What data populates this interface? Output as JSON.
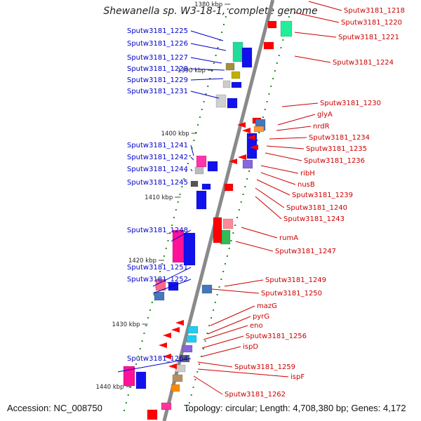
{
  "title": "Shewanella sp. W3-18-1, complete genome",
  "footer": {
    "accession": "Accession: NC_008750",
    "summary": "Topology: circular; Length: 4,708,380 bp; Genes: 4,172"
  },
  "colors": {
    "left_label": "#0000cc",
    "right_label": "#cc0000",
    "backbone": "#8a8a8a",
    "tick": "#228b22"
  },
  "chart_data": {
    "type": "genome-map",
    "unit": "kbp",
    "coordinate_ticks": [
      "1380 kbp",
      "1390 kbp",
      "1400 kbp",
      "1410 kbp",
      "1420 kbp",
      "1430 kbp",
      "1440 kbp"
    ],
    "left_genes": [
      "Sputw3181_1225",
      "Sputw3181_1226",
      "Sputw3181_1227",
      "Sputw3181_1228",
      "Sputw3181_1229",
      "Sputw3181_1231",
      "Sputw3181_1241",
      "Sputw3181_1242",
      "Sputw3181_1244",
      "Sputw3181_1245",
      "Sputw3181_1248",
      "Sputw3181_1251",
      "Sputw3181_1252",
      "Sputw3181_1264"
    ],
    "right_genes": [
      "Sputw3181_1218",
      "Sputw3181_1220",
      "Sputw3181_1221",
      "Sputw3181_1224",
      "Sputw3181_1230",
      "glyA",
      "nrdR",
      "Sputw3181_1234",
      "Sputw3181_1235",
      "Sputw3181_1236",
      "ribH",
      "nusB",
      "Sputw3181_1239",
      "Sputw3181_1240",
      "Sputw3181_1243",
      "rumA",
      "Sputw3181_1247",
      "Sputw3181_1249",
      "Sputw3181_1250",
      "mazG",
      "pyrG",
      "eno",
      "Sputw3181_1256",
      "ispD",
      "Sputw3181_1259",
      "ispF",
      "Sputw3181_1262"
    ]
  }
}
